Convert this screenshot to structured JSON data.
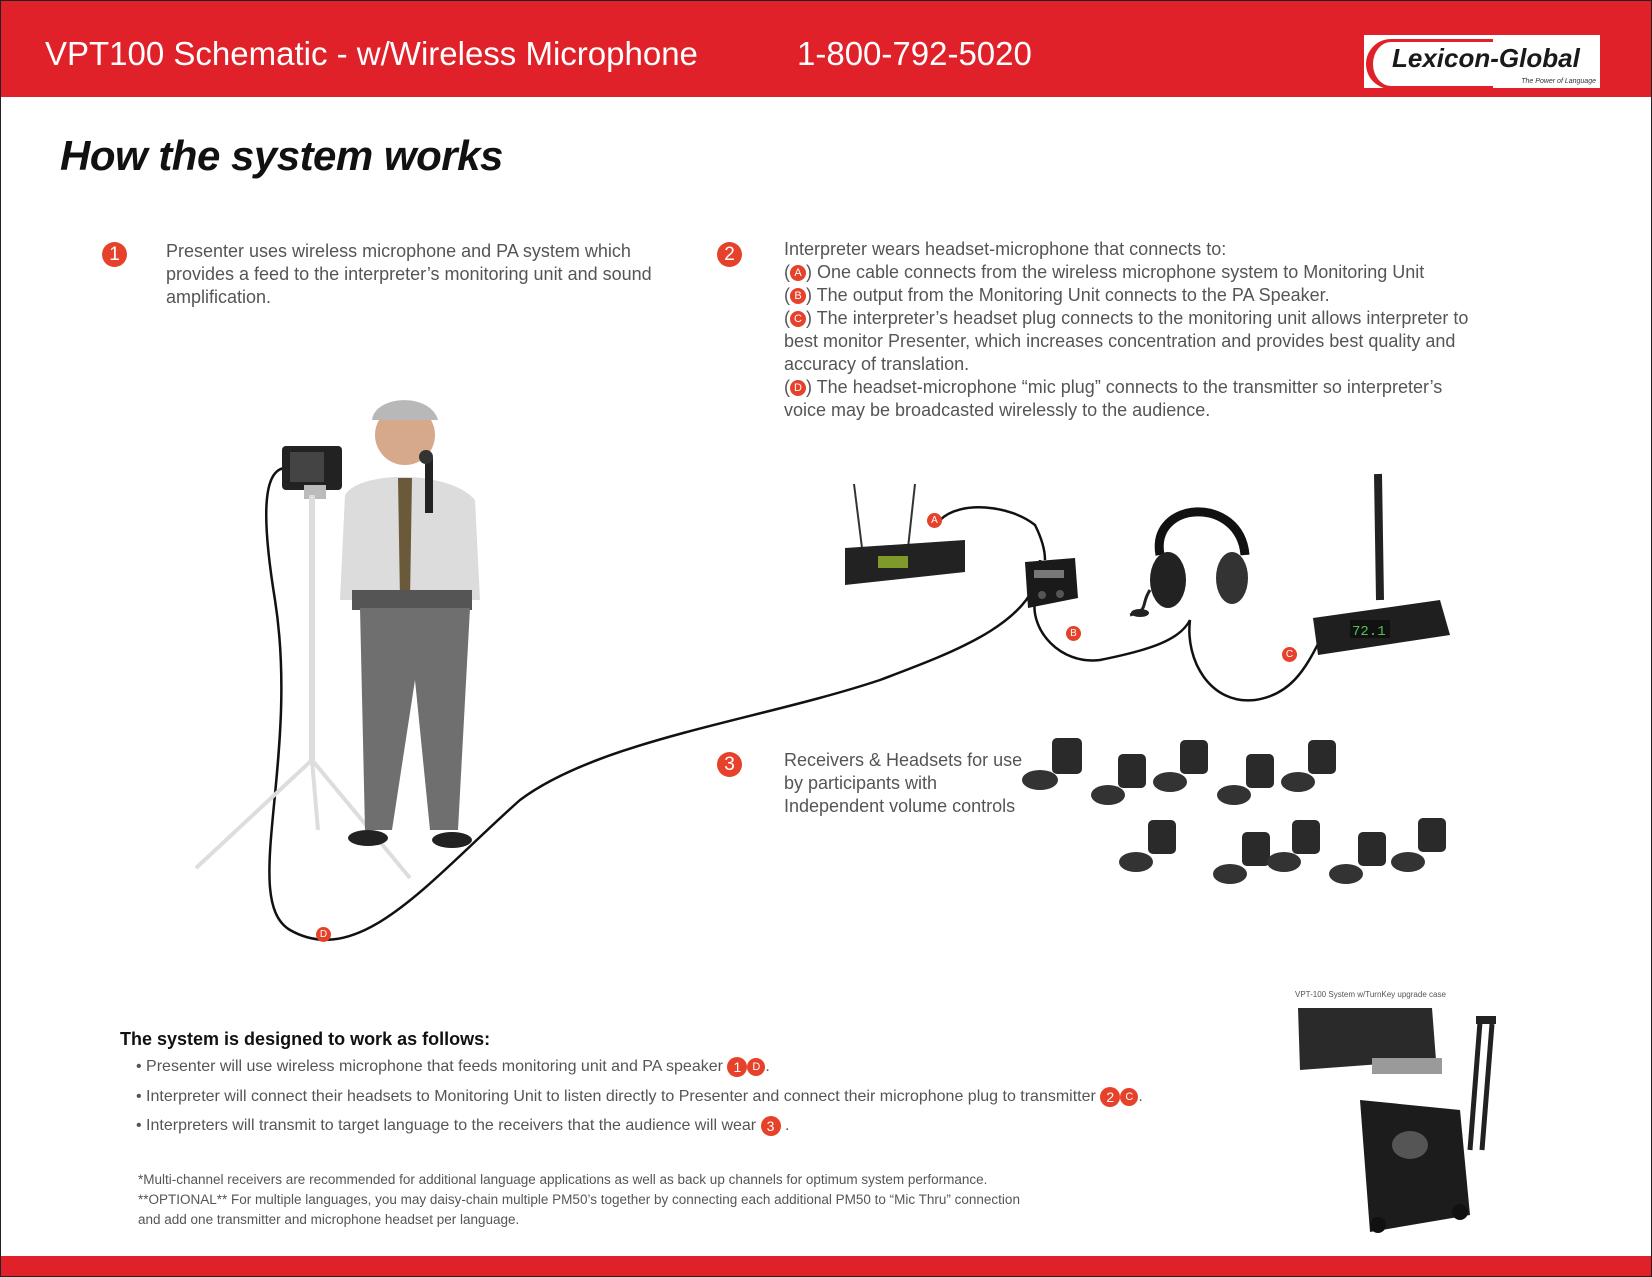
{
  "header": {
    "title": "VPT100 Schematic - w/Wireless Microphone",
    "phone": "1-800-792-5020",
    "logo_name": "Lexicon-Global",
    "logo_tagline": "The Power of Language"
  },
  "colors": {
    "accent_red": "#e0212a",
    "badge_red": "#e6412a"
  },
  "heading": "How the system works",
  "step1": {
    "badge": "1",
    "text": "Presenter uses  wireless microphone and PA system which provides a feed to the interpreter’s monitoring unit and sound amplification."
  },
  "step2": {
    "badge": "2",
    "intro": "Interpreter wears headset-microphone that connects to:",
    "items": [
      {
        "letter": "A",
        "text": " One cable connects from the wireless microphone system to Monitoring Unit"
      },
      {
        "letter": "B",
        "text": " The output from the Monitoring Unit connects to the PA Speaker."
      },
      {
        "letter": "C",
        "text": " The interpreter’s headset plug connects to the monitoring unit allows interpreter to best monitor Presenter, which increases concentration and provides best quality and accuracy of translation."
      },
      {
        "letter": "D",
        "text": " The headset-microphone “mic plug” connects to the transmitter so interpreter’s voice may be broadcasted wirelessly to the audience."
      }
    ]
  },
  "step3": {
    "badge": "3",
    "text": "Receivers & Headsets for use by participants with Independent volume controls"
  },
  "diagram_labels": {
    "a": "A",
    "b": "B",
    "c": "C",
    "d": "D"
  },
  "transmitter_display": "72.1",
  "follows": {
    "title": "The system is designed to work as follows:",
    "bullets": [
      {
        "text": "• Presenter will use wireless microphone that feeds monitoring unit and PA speaker",
        "badges": [
          "1",
          "D"
        ],
        "end": "."
      },
      {
        "text": "• Interpreter will connect their headsets to Monitoring Unit to listen directly to Presenter and connect their microphone plug to transmitter",
        "badges": [
          "2",
          "C"
        ],
        "end": "."
      },
      {
        "text": "• Interpreters will  transmit to target language to the receivers  that the audience will wear ",
        "badges": [
          "3"
        ],
        "end": " ."
      }
    ]
  },
  "notes": [
    "*Multi-channel receivers are recommended for additional language applications as well as back up channels for optimum system performance.",
    "**OPTIONAL** For multiple languages, you may daisy-chain multiple PM50’s together by connecting each additional PM50 to “Mic Thru” connection",
    "and add one transmitter and microphone headset per language."
  ],
  "case_caption": "VPT-100 System w/TurnKey upgrade case",
  "icons": [
    "presenter-illustration",
    "speaker-on-tripod",
    "wireless-receiver",
    "monitoring-unit",
    "headset-microphone",
    "transmitter",
    "receiver-headset",
    "turnkey-case"
  ]
}
